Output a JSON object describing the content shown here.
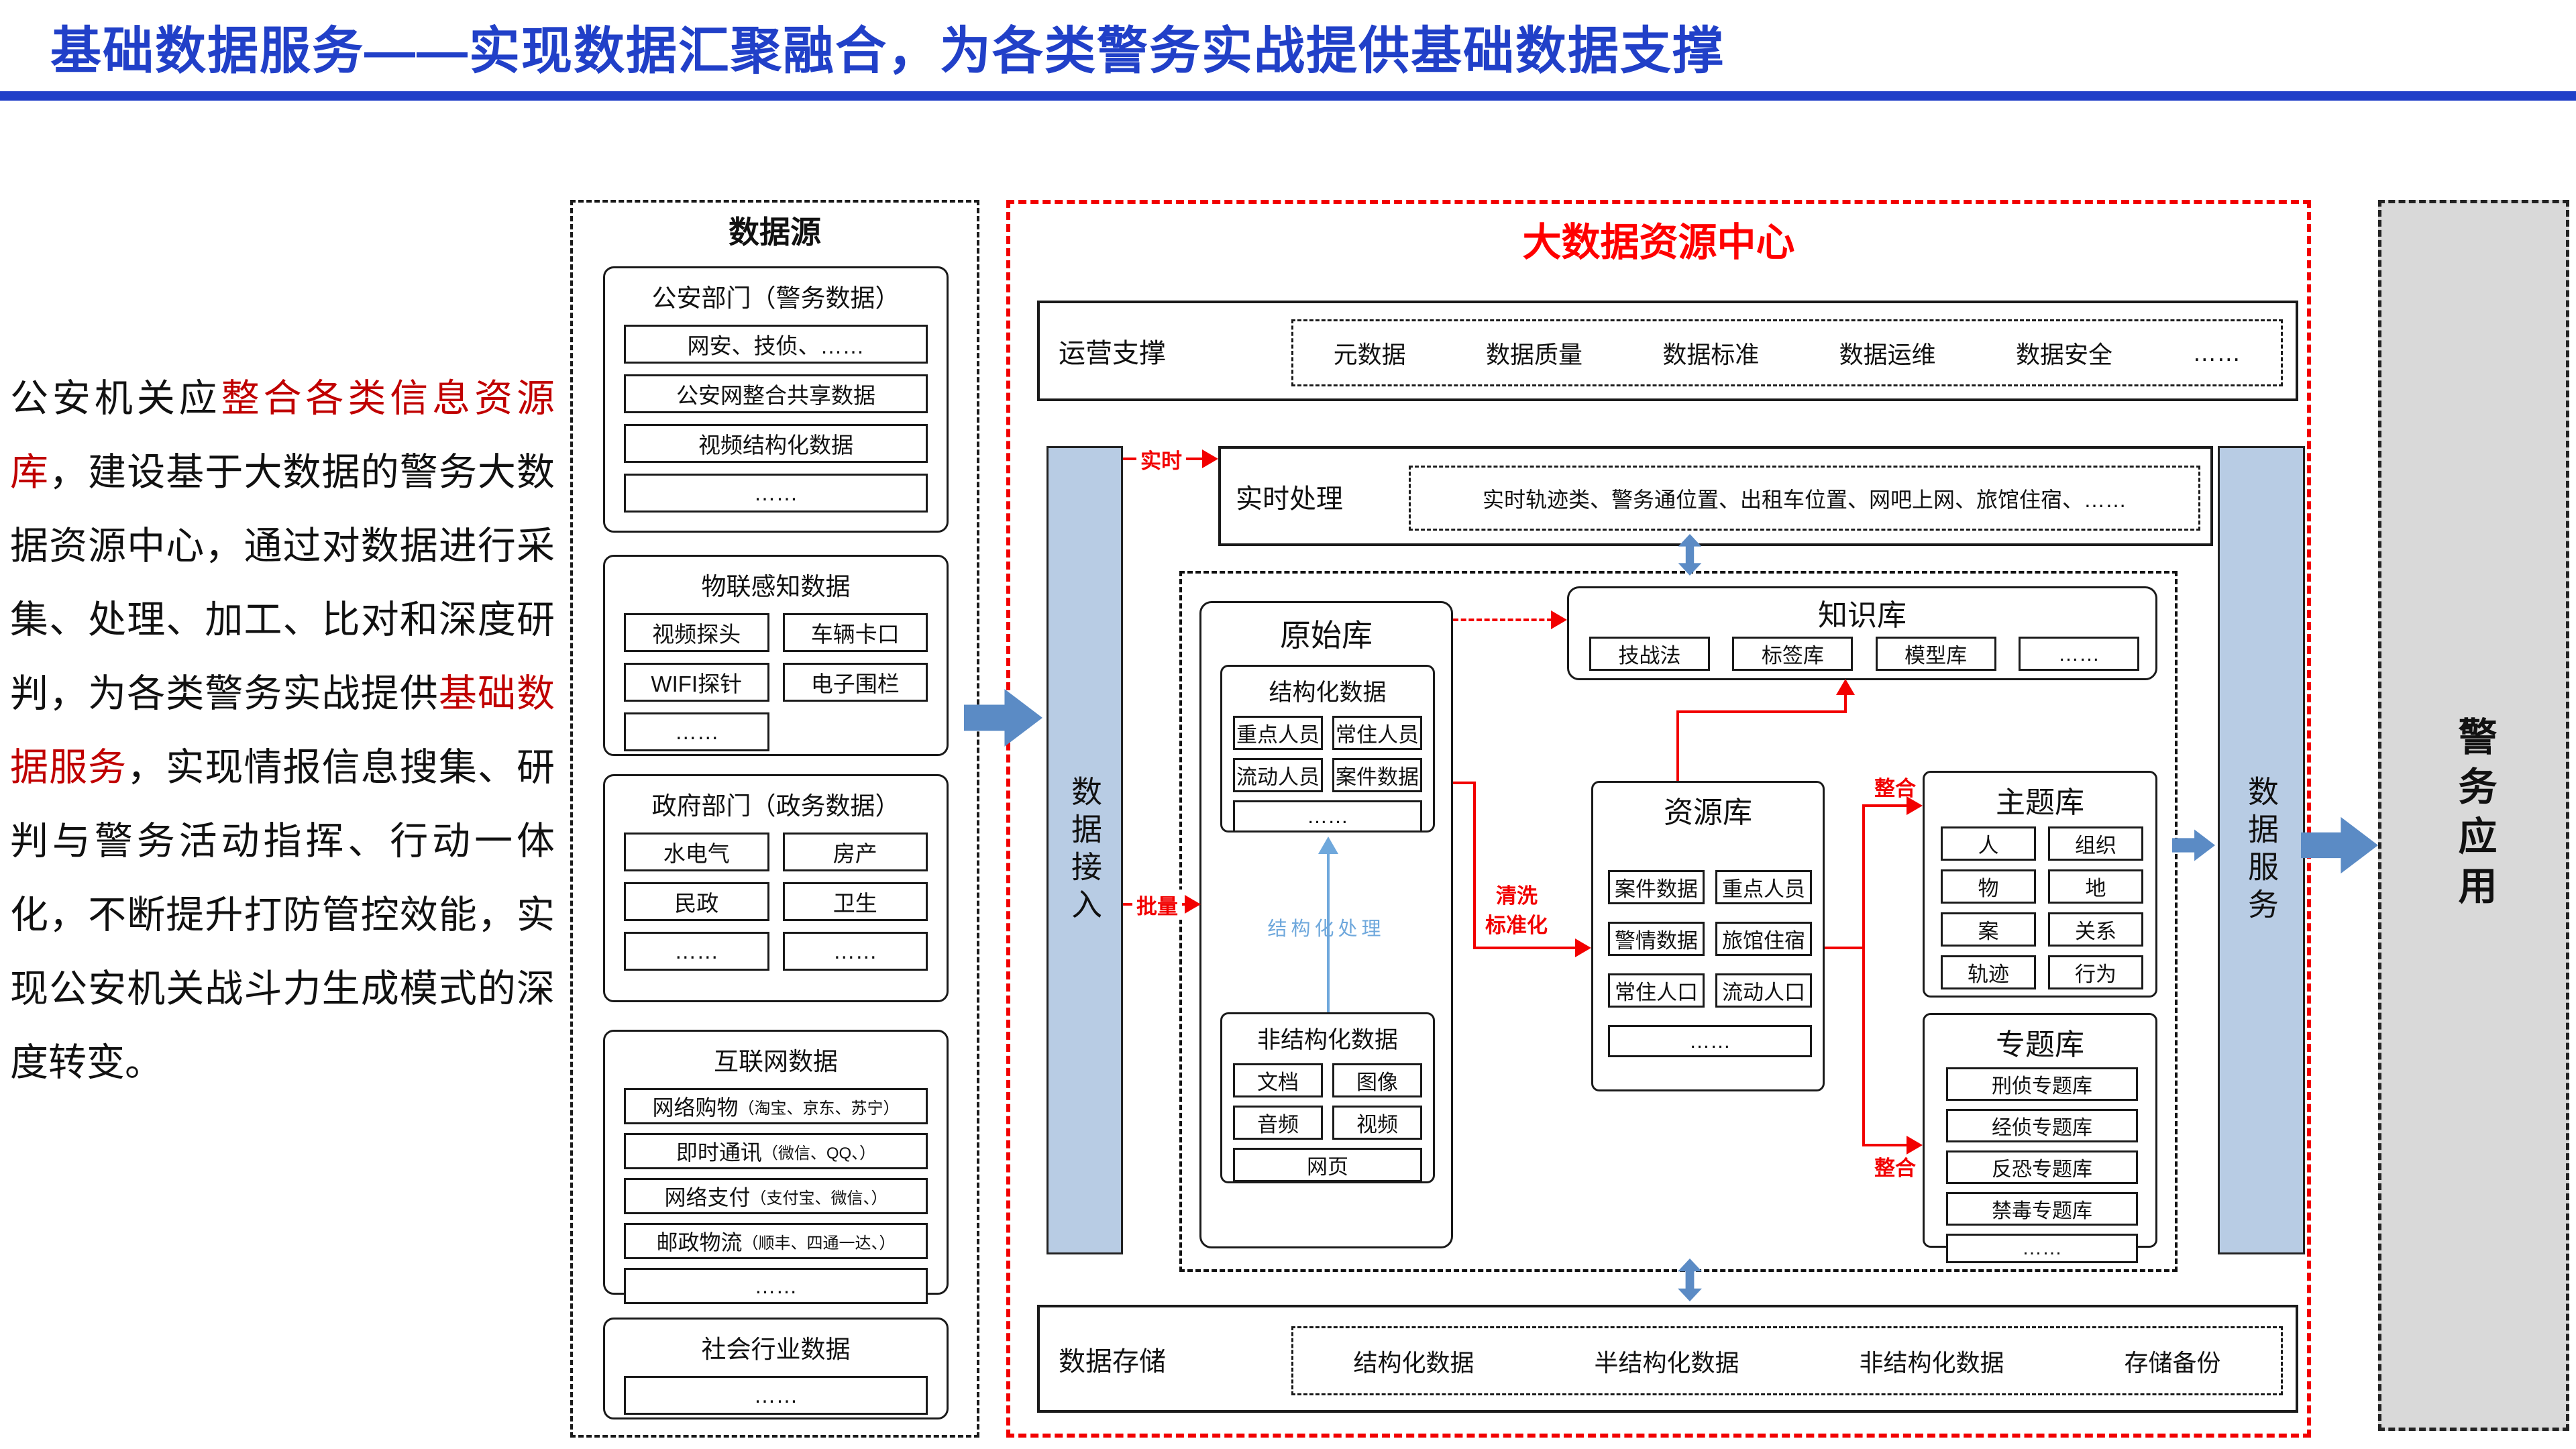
{
  "header": {
    "title": "基础数据服务——实现数据汇聚融合，为各类警务实战提供基础数据支撑"
  },
  "intro": {
    "seg0": "公安机关应",
    "seg1": "整合各类信息资源库",
    "seg2": "，建设基于大数据的警务大数据资源中心，通过对数据进行采集、处理、加工、比对和深度研判，为各类警务实战提供",
    "seg3": "基础数据服务",
    "seg4": "，实现情报信息搜集、研判与警务活动指挥、行动一体化，不断提升打防管控效能，实现公安机关战斗力生成模式的深度转变。"
  },
  "source_panel": {
    "title": "数据源",
    "groups": [
      {
        "title": "公安部门（警务数据）",
        "items": [
          "网安、技侦、……",
          "公安网整合共享数据",
          "视频结构化数据",
          "……"
        ]
      },
      {
        "title": "物联感知数据",
        "items": [
          "视频探头",
          "车辆卡口",
          "WIFI探针",
          "电子围栏",
          "……"
        ]
      },
      {
        "title": "政府部门（政务数据）",
        "items": [
          "水电气",
          "房产",
          "民政",
          "卫生",
          "……",
          "……"
        ]
      },
      {
        "title": "互联网数据",
        "items": [
          {
            "main": "网络购物",
            "sub": "（淘宝、京东、苏宁）"
          },
          {
            "main": "即时通讯",
            "sub": "（微信、QQ、）"
          },
          {
            "main": "网络支付",
            "sub": "（支付宝、微信、）"
          },
          {
            "main": "邮政物流",
            "sub": "（顺丰、四通一达、）"
          },
          {
            "main": "……",
            "sub": ""
          }
        ]
      },
      {
        "title": "社会行业数据",
        "items": [
          "……"
        ]
      }
    ]
  },
  "center": {
    "title": "大数据资源中心",
    "ops_support": {
      "label": "运营支撑",
      "items": [
        "元数据",
        "数据质量",
        "数据标准",
        "数据运维",
        "数据安全",
        "……"
      ]
    },
    "realtime": {
      "label": "实时处理",
      "content": "实时轨迹类、警务通位置、出租车位置、网吧上网、旅馆住宿、……"
    },
    "access_bar": {
      "label": "数据接入"
    },
    "service_bar": {
      "label": "数据服务"
    },
    "raw_lib": {
      "title": "原始库",
      "structured": {
        "title": "结构化数据",
        "items": [
          "重点人员",
          "常住人员",
          "流动人员",
          "案件数据",
          "……"
        ]
      },
      "process_label": "结构化处理",
      "unstructured": {
        "title": "非结构化数据",
        "items": [
          "文档",
          "图像",
          "音频",
          "视频",
          "网页"
        ]
      }
    },
    "knowledge_lib": {
      "title": "知识库",
      "items": [
        "技战法",
        "标签库",
        "模型库",
        "……"
      ]
    },
    "resource_lib": {
      "title": "资源库",
      "items": [
        "案件数据",
        "重点人员",
        "警情数据",
        "旅馆住宿",
        "常住人口",
        "流动人口",
        "……"
      ]
    },
    "theme_lib": {
      "title": "主题库",
      "items": [
        "人",
        "组织",
        "物",
        "地",
        "案",
        "关系",
        "轨迹",
        "行为"
      ]
    },
    "special_lib": {
      "title": "专题库",
      "items": [
        "刑侦专题库",
        "经侦专题库",
        "反恐专题库",
        "禁毒专题库",
        "……"
      ]
    },
    "storage": {
      "label": "数据存储",
      "items": [
        "结构化数据",
        "半结构化数据",
        "非结构化数据",
        "存储备份"
      ]
    },
    "flows": {
      "realtime": "实时",
      "batch": "批量",
      "clean": "清洗",
      "standardize": "标准化",
      "integrate_top": "整合",
      "integrate_bottom": "整合"
    }
  },
  "app_panel": {
    "title": "警务应用"
  },
  "colors": {
    "accent_blue": "#2140C8",
    "panel_red": "#F20000",
    "title_red": "#FF0000",
    "dark_red": "#C00000",
    "bar_fill": "#B8CCE4",
    "arrow_blue": "#5B8BC5",
    "process_blue": "#6FA8DC",
    "app_gray": "#D9D9D9"
  }
}
